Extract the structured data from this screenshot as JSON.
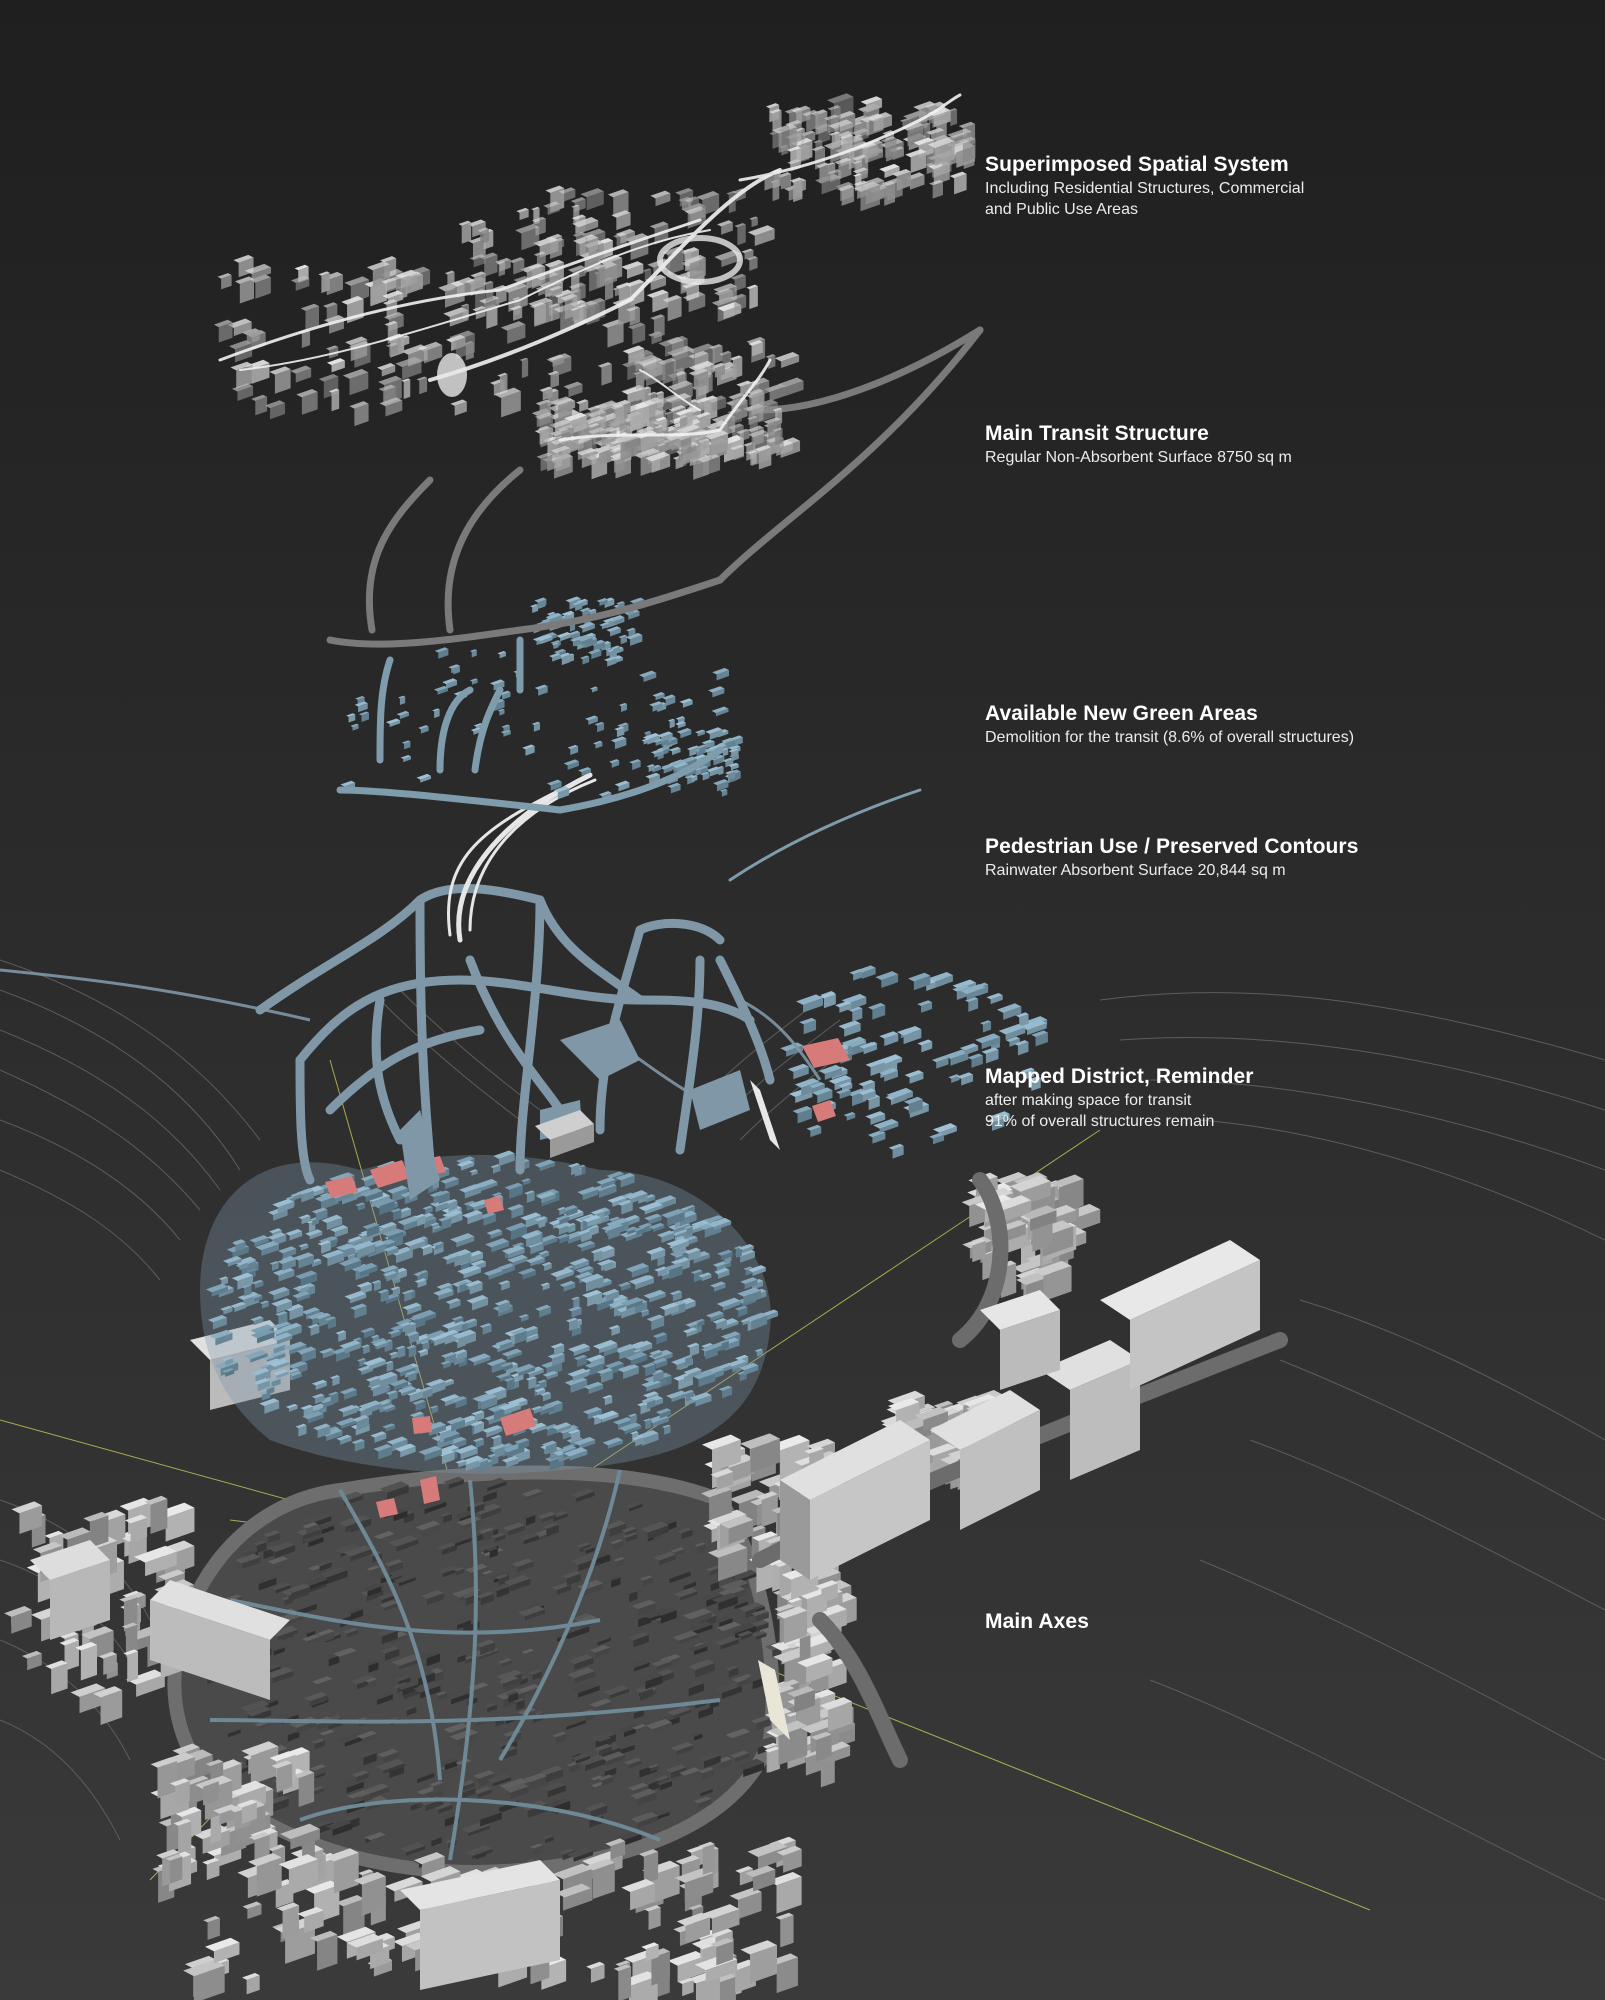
{
  "labels": [
    {
      "title": "Superimposed Spatial System",
      "lines": [
        "Including Residential Structures, Commercial",
        "and Public Use Areas"
      ]
    },
    {
      "title": "Main Transit Structure",
      "lines": [
        "Regular Non-Absorbent Surface 8750 sq m"
      ]
    },
    {
      "title": "Available New Green Areas",
      "lines": [
        "Demolition for the transit (8.6% of overall structures)"
      ]
    },
    {
      "title": "Pedestrian Use / Preserved Contours",
      "lines": [
        "Rainwater Absorbent Surface 20,844 sq m"
      ]
    },
    {
      "title": "Mapped District, Reminder",
      "lines": [
        "after making space for transit",
        "91% of overall structures remain"
      ]
    },
    {
      "title": "Main Axes",
      "lines": []
    }
  ],
  "colors": {
    "background": "#2a2a2a",
    "existing_blocks": "#8aa9b8",
    "highlight_blocks": "#d67a7a",
    "paths": "#7f97a6",
    "transit": "#7a7a7a",
    "base_blocks": "#5a5a5a",
    "surrounding_blocks": "#bfbfbf",
    "axes": "#c8c85a",
    "contours": "#5c5c5c",
    "spatial_system": "#d9d9d9"
  }
}
